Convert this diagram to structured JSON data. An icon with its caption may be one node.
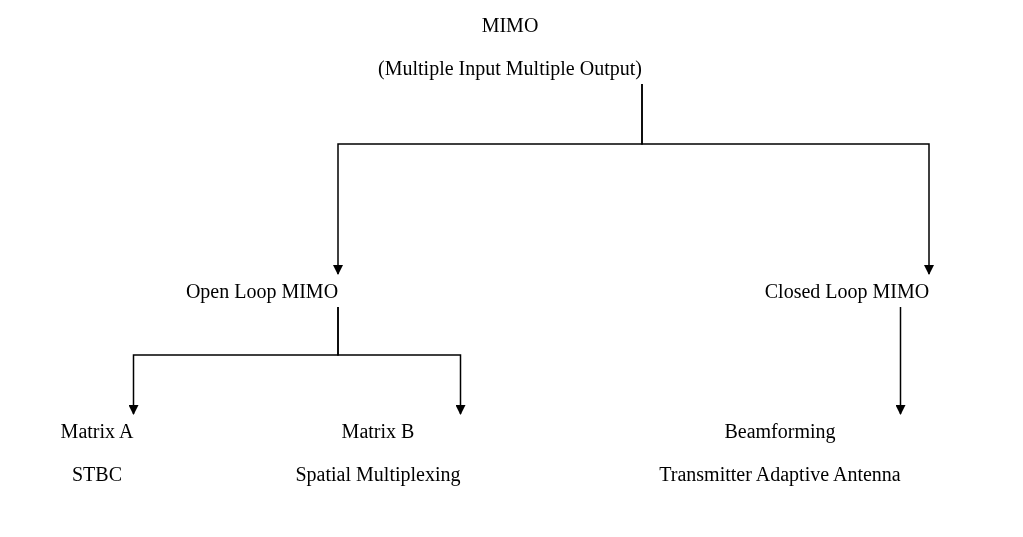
{
  "diagram": {
    "nodes": [
      {
        "text": [
          "MIMO",
          "(Multiple Input Multiple Output)"
        ]
      },
      {
        "text": [
          "Open Loop MIMO"
        ]
      },
      {
        "text": [
          "Closed Loop MIMO"
        ]
      },
      {
        "text": [
          "Matrix A",
          "STBC"
        ]
      },
      {
        "text": [
          "Matrix B",
          "Spatial Multiplexing"
        ]
      },
      {
        "text": [
          "Beamforming",
          "Transmitter Adaptive Antenna"
        ]
      }
    ],
    "edges": [
      {
        "from": 0,
        "to": 1,
        "arrow": "to"
      },
      {
        "from": 0,
        "to": 2,
        "arrow": "to"
      },
      {
        "from": 1,
        "to": 3,
        "arrow": "to"
      },
      {
        "from": 1,
        "to": 4,
        "arrow": "to"
      },
      {
        "from": 2,
        "to": 5,
        "arrow": "to"
      }
    ]
  }
}
